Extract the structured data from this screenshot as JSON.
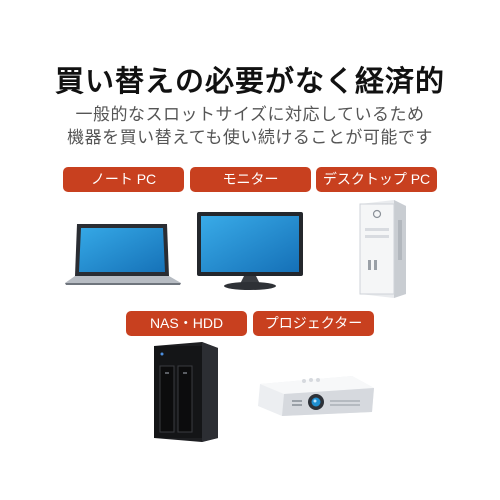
{
  "headline": "買い替えの必要がなく経済的",
  "subtitle": {
    "line1": "一般的なスロットサイズに対応しているため",
    "line2": "機器を買い替えても使い続けることが可能です"
  },
  "devices": [
    {
      "label": "ノート PC",
      "icon": "laptop-icon"
    },
    {
      "label": "モニター",
      "icon": "monitor-icon"
    },
    {
      "label": "デスクトップ PC",
      "icon": "desktop-tower-icon"
    },
    {
      "label": "NAS・HDD",
      "icon": "nas-icon"
    },
    {
      "label": "プロジェクター",
      "icon": "projector-icon"
    }
  ],
  "colors": {
    "accent": "#c8401f",
    "screen": "#1f8fd1"
  }
}
